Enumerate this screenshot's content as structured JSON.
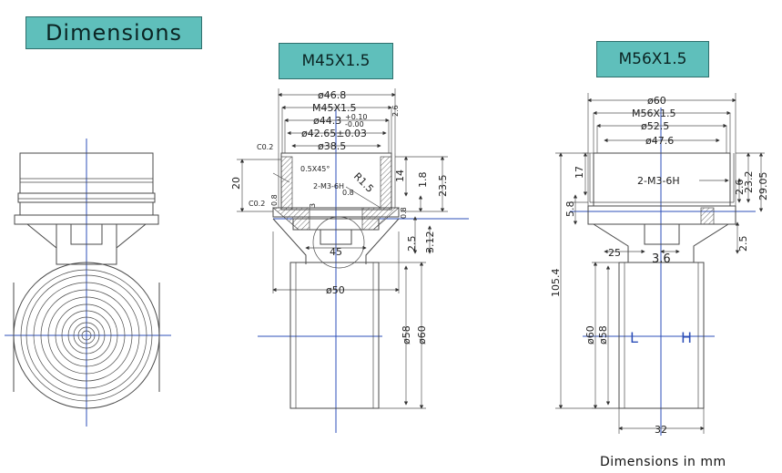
{
  "title": "Dimensions",
  "footnote": "Dimensions in mm",
  "left_model": "M45X1.5",
  "right_model": "M56X1.5",
  "left_dims": {
    "d46_8": "ø46.8",
    "thread": "M45X1.5",
    "d44_3": "ø44.3",
    "d44_3_tol_upper": "+0.10",
    "d44_3_tol_lower": "-0.00",
    "d42_65": "ø42.65±0.03",
    "d38_5": "ø38.5",
    "c02_top": "C0.2",
    "c02_bottom": "C0.2",
    "chamfer": "0.5X45°",
    "r15": "R1.5",
    "d08_mid": "0.8",
    "d08_left": "0.8",
    "d08_right": "0.8",
    "h20": "20",
    "h14": "14",
    "h1_8": "1.8",
    "h23_5": "23.5",
    "screw": "2-M3-6H",
    "d3": "3",
    "w45": "45",
    "h2_5": "2.5",
    "h3_12": "3.12",
    "d50": "ø50",
    "d58": "ø58",
    "d60": "ø60",
    "tiny_2_6": "2.6"
  },
  "right_dims": {
    "d60": "ø60",
    "thread": "M56X1.5",
    "d52_5": "ø52.5",
    "d47_6": "ø47.6",
    "h17": "17",
    "screw": "2-M3-6H",
    "h2_6": "2.6",
    "h23_2": "23.2",
    "h29_05": "29.05",
    "h5_8": "5.8",
    "w25": "25",
    "w3_6": "3.6",
    "h105_4": "105.4",
    "h2_5": "2.5",
    "d60_body": "ø60",
    "d58_body": "ø58",
    "label_L": "L",
    "label_H": "H",
    "w32": "32"
  }
}
